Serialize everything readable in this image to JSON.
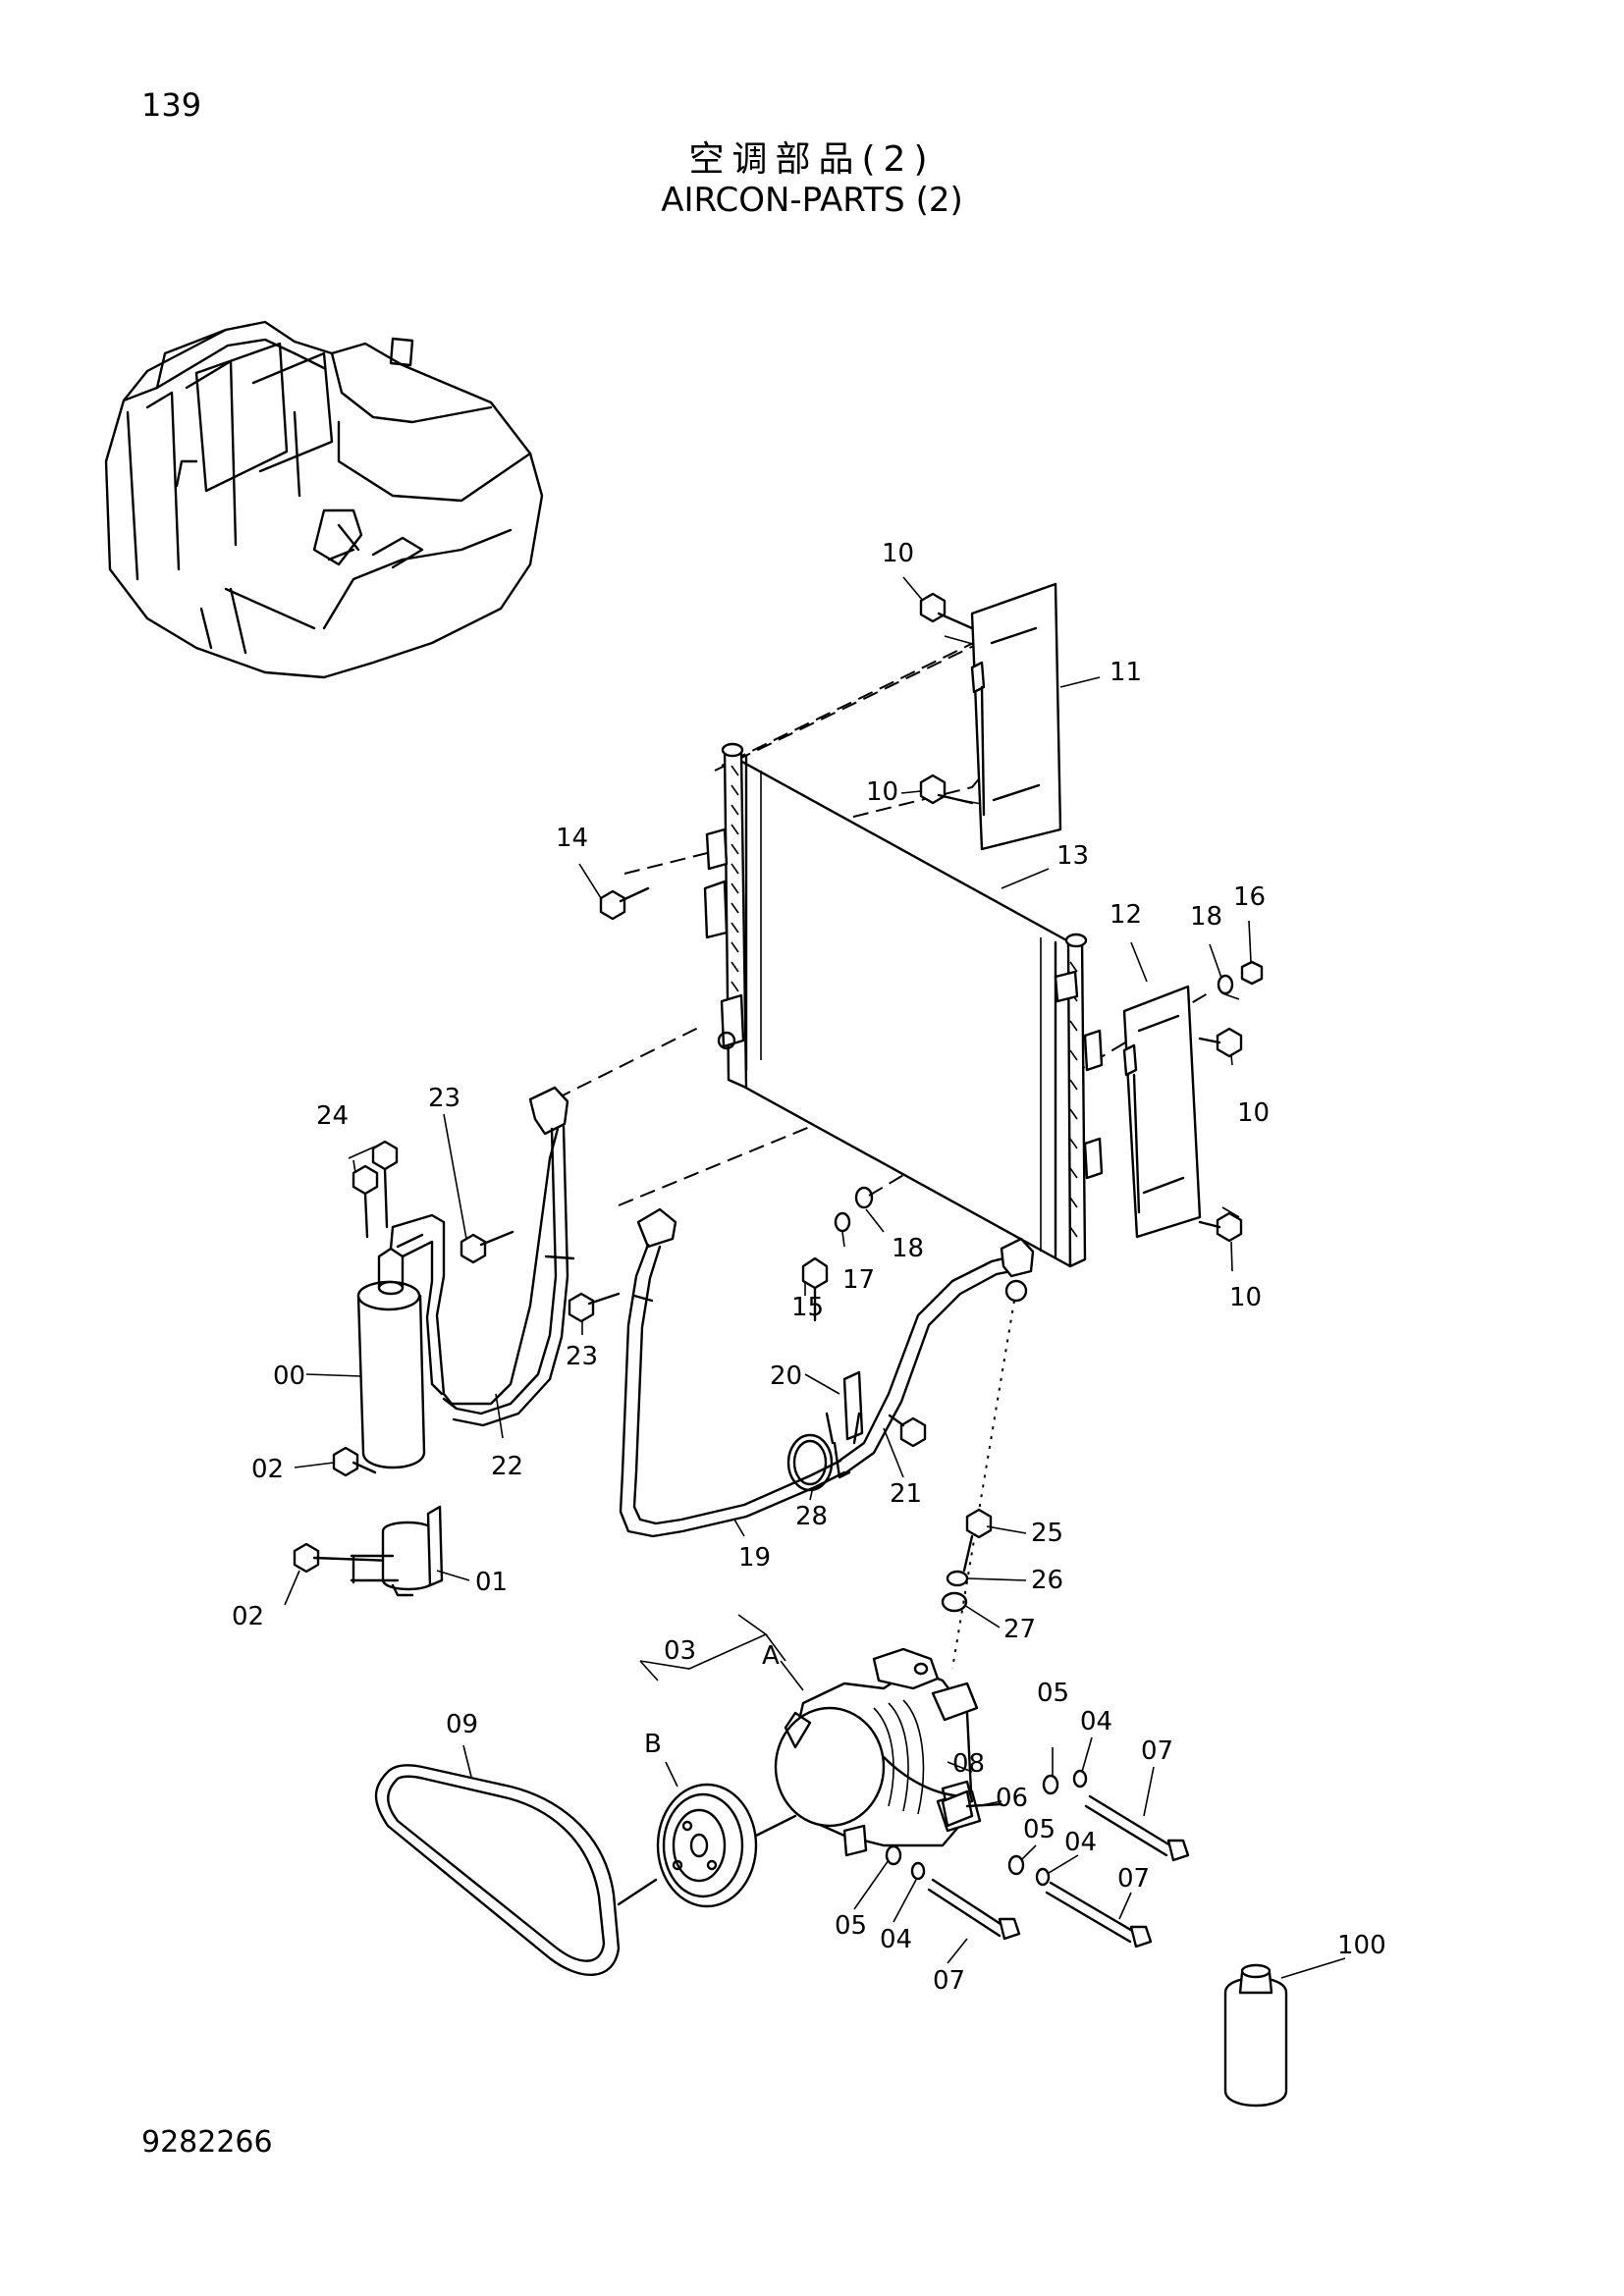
{
  "header": {
    "page_number": "139",
    "title_cn": "空调部品(2)",
    "title_en": "AIRCON-PARTS (2)"
  },
  "footer": {
    "doc_number": "9282266"
  },
  "labels": [
    "10",
    "11",
    "10",
    "14",
    "13",
    "12",
    "18",
    "16",
    "10",
    "23",
    "24",
    "18",
    "17",
    "15",
    "10",
    "00",
    "23",
    "20",
    "22",
    "02",
    "21",
    "25",
    "28",
    "19",
    "26",
    "01",
    "02",
    "27",
    "03",
    "A",
    "05",
    "04",
    "09",
    "B",
    "08",
    "07",
    "06",
    "05",
    "04",
    "05",
    "04",
    "07",
    "07",
    "100"
  ]
}
